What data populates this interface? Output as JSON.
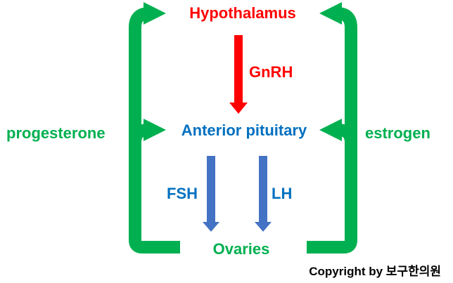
{
  "nodes": {
    "hypothalamus": "Hypothalamus",
    "anterior_pituitary": "Anterior pituitary",
    "ovaries": "Ovaries"
  },
  "hormones": {
    "gnrh": "GnRH",
    "fsh": "FSH",
    "lh": "LH",
    "progesterone": "progesterone",
    "estrogen": "estrogen"
  },
  "copyright": "Copyright by 보구한의원",
  "colors": {
    "red": "#ff0000",
    "blue": "#0070c0",
    "green": "#00b050",
    "arrow_blue": "#4472c4",
    "black": "#000000"
  }
}
